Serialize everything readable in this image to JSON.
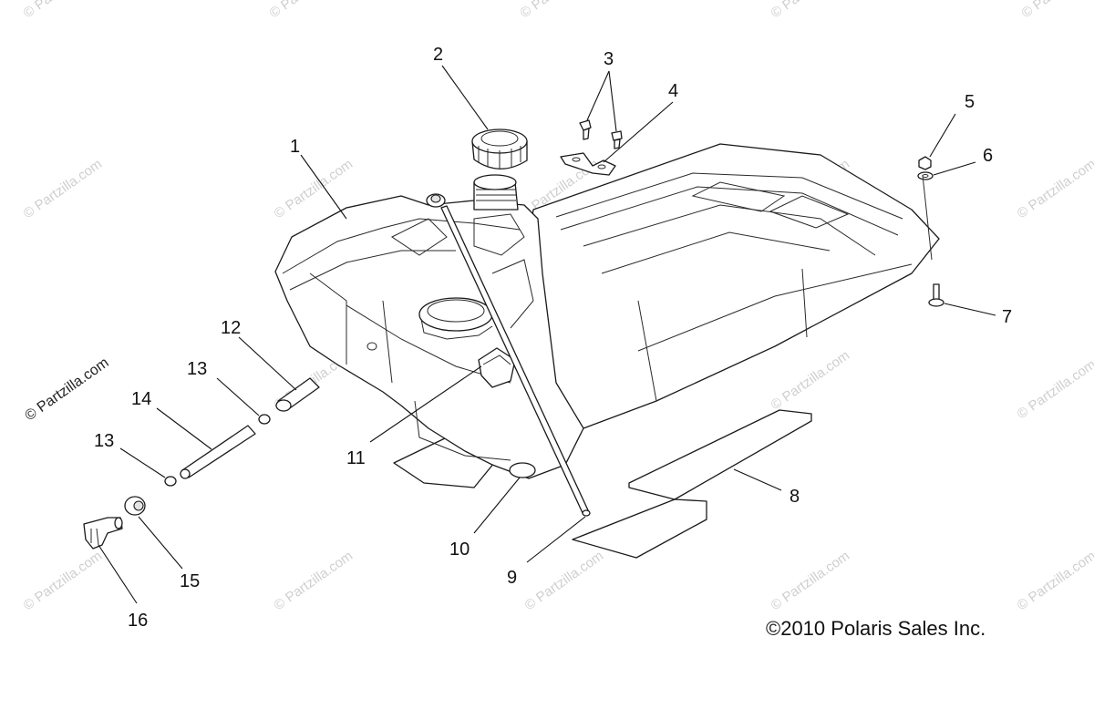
{
  "watermark": {
    "text": "© Partzilla.com",
    "prominent_text": "© Partzilla.com"
  },
  "callouts": [
    "1",
    "2",
    "3",
    "4",
    "5",
    "6",
    "7",
    "8",
    "9",
    "10",
    "11",
    "12",
    "13",
    "14",
    "13",
    "15",
    "16"
  ],
  "copyright": "©2010 Polaris Sales Inc."
}
